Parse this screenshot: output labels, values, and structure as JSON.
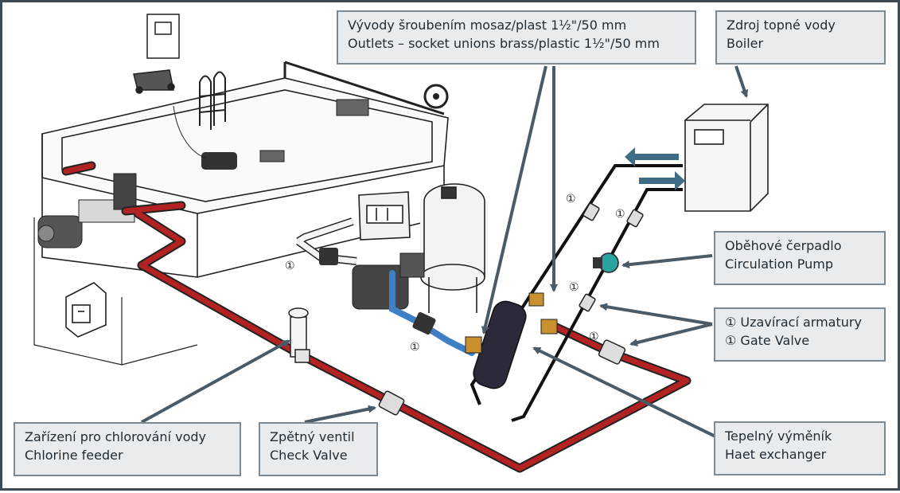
{
  "colors": {
    "pipe_hot": "#b22222",
    "pipe_blue": "#3f7fc4",
    "pointer": "#4a5a67",
    "label_bg": "#e9ecee",
    "label_border": "#7d8a93",
    "frame": "#3c4a55",
    "pump_teal": "#2ba3a0",
    "brass": "#c8902e"
  },
  "labels": {
    "outlets": {
      "cz": "Vývody šroubením mosaz/plast 1½\"/50 mm",
      "en": "Outlets – socket unions brass/plastic 1½\"/50 mm"
    },
    "boiler": {
      "cz": "Zdroj topné vody",
      "en": "Boiler"
    },
    "pump": {
      "cz": "Oběhové čerpadlo",
      "en": "Circulation Pump"
    },
    "gate_valve": {
      "cz": "① Uzavírací armatury",
      "en": "① Gate Valve"
    },
    "heat_exchanger": {
      "cz": "Tepelný výměník",
      "en": "Haet exchanger"
    },
    "check_valve": {
      "cz": "Zpětný ventil",
      "en": "Check Valve"
    },
    "chlorine": {
      "cz": "Zařízení pro chlorování vody",
      "en": "Chlorine feeder"
    }
  },
  "valve_marker": "①",
  "icons": [
    "arrow-left-icon",
    "arrow-right-icon",
    "circulation-pump-icon",
    "heat-exchanger-icon",
    "boiler-icon",
    "sand-filter-icon",
    "control-box-icon"
  ]
}
